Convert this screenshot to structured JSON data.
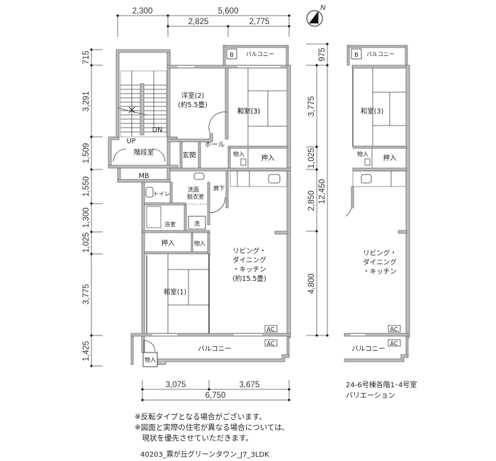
{
  "compass": {
    "label": "N"
  },
  "dimensions": {
    "top": {
      "left_span": "2,300",
      "right_span": "5,600",
      "sub_left": "2,825",
      "sub_right": "2,775"
    },
    "left": [
      "715",
      "3,291",
      "1,509",
      "1,550",
      "1,300",
      "1,025",
      "3,775",
      "1,425"
    ],
    "right": [
      "975",
      "3,775",
      "1,025",
      "2,850",
      "4,800"
    ],
    "right_total": "12,450",
    "bottom": {
      "sub_left": "3,075",
      "sub_right": "3,675",
      "total": "6,750"
    }
  },
  "main_plan": {
    "rooms": {
      "stairwell": "階段室",
      "up": "UP",
      "dn": "DN",
      "mb": "MB",
      "western_room_name": "洋室(2)",
      "western_room_size": "(約5.5畳)",
      "japanese_room_3": "和室(3)",
      "hall": "ホール",
      "entrance": "玄関",
      "storage_top": "物入",
      "closet_top": "押入",
      "washroom_line1": "洗面",
      "washroom_line2": "脱衣室",
      "corridor": "廊下",
      "toilet": "トイレ",
      "bath": "浴室",
      "washer": "洗",
      "closet_mid": "押入",
      "storage_mid": "物入",
      "ldk_line1": "リビング・",
      "ldk_line2": "ダイニング",
      "ldk_line3": "・キッチン",
      "ldk_size": "(約15.5畳)",
      "japanese_room_1": "和室(1)",
      "balcony_bottom": "バルコニー",
      "balcony_top": "バルコニー",
      "storage_bottom": "物入",
      "b_box": "B",
      "ac_indoor": "AC",
      "ac_outdoor": "AC"
    }
  },
  "variation_plan": {
    "rooms": {
      "b_box": "B",
      "balcony_top": "バルコニー",
      "japanese_room_3": "和室(3)",
      "storage": "物入",
      "closet": "押入",
      "ldk_line1": "リビング・",
      "ldk_line2": "ダイニング",
      "ldk_line3": "・キッチン",
      "ac_indoor": "AC",
      "ac_outdoor": "AC",
      "balcony_bottom": "バルコニー"
    },
    "caption_line1": "24-6号棟各階1･4号室",
    "caption_line2": "バリエーション"
  },
  "notes": {
    "line1": "※反転タイプとなる場合がございます。",
    "line2": "※図面と実際の住宅が異なる場合については、",
    "line3": "　現状を優先させていただきます。",
    "plan_id": "40203_霧が丘グリーンタウン_J7_3LDK"
  }
}
